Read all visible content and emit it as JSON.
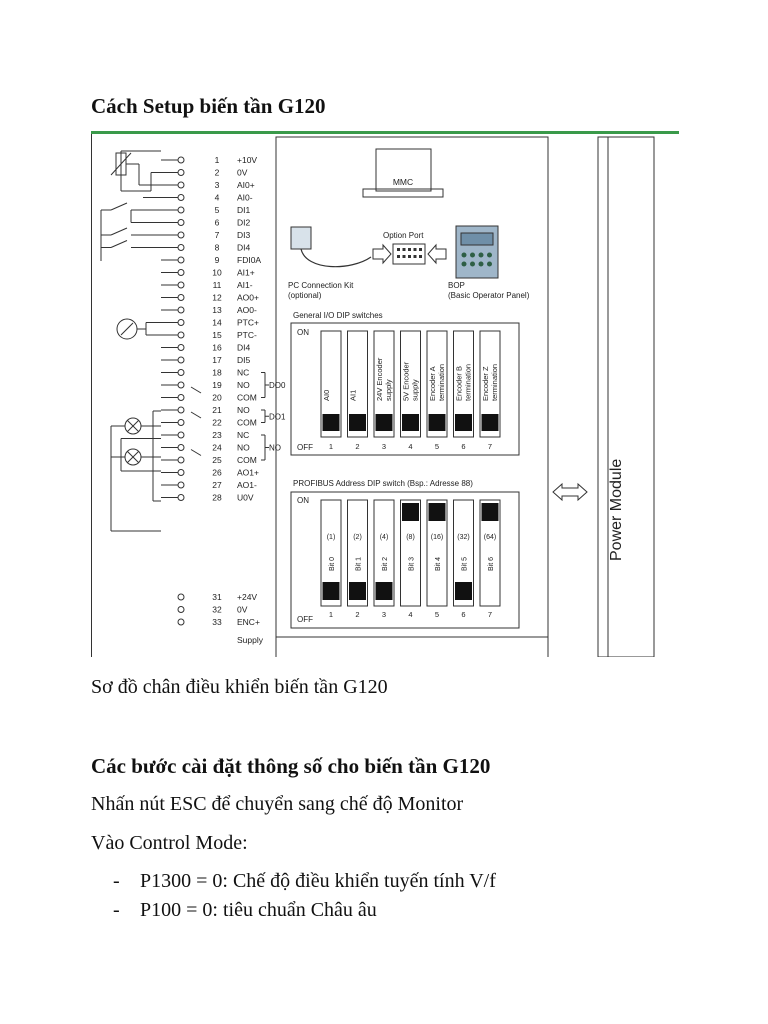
{
  "document": {
    "title": "Cách Setup biến tần G120",
    "caption": "Sơ đồ chân điều khiển biến tần G120",
    "section_heading": "Các bước cài đặt thông số cho biến tần G120",
    "paragraphs": [
      "Nhấn nút ESC để chuyển sang chế độ Monitor",
      "Vào Control Mode:"
    ],
    "list_items": [
      "P1300 = 0: Chế độ điều khiển tuyến tính V/f",
      "P100 = 0: tiêu chuẩn Châu âu"
    ],
    "list_marker": "-"
  },
  "diagram": {
    "accent_color": "#3a9a4a",
    "terminals": [
      {
        "num": "1",
        "label": "+10V"
      },
      {
        "num": "2",
        "label": "0V"
      },
      {
        "num": "3",
        "label": "AI0+"
      },
      {
        "num": "4",
        "label": "AI0-"
      },
      {
        "num": "5",
        "label": "DI1"
      },
      {
        "num": "6",
        "label": "DI2"
      },
      {
        "num": "7",
        "label": "DI3"
      },
      {
        "num": "8",
        "label": "DI4"
      },
      {
        "num": "9",
        "label": "FDI0A"
      },
      {
        "num": "10",
        "label": "AI1+"
      },
      {
        "num": "11",
        "label": "AI1-"
      },
      {
        "num": "12",
        "label": "AO0+"
      },
      {
        "num": "13",
        "label": "AO0-"
      },
      {
        "num": "14",
        "label": "PTC+"
      },
      {
        "num": "15",
        "label": "PTC-"
      },
      {
        "num": "16",
        "label": "DI4"
      },
      {
        "num": "17",
        "label": "DI5"
      },
      {
        "num": "18",
        "label": "NC"
      },
      {
        "num": "19",
        "label": "NO"
      },
      {
        "num": "20",
        "label": "COM"
      },
      {
        "num": "21",
        "label": "NO"
      },
      {
        "num": "22",
        "label": "COM"
      },
      {
        "num": "23",
        "label": "NC"
      },
      {
        "num": "24",
        "label": "NO"
      },
      {
        "num": "25",
        "label": "COM"
      },
      {
        "num": "26",
        "label": "AO1+"
      },
      {
        "num": "27",
        "label": "AO1-"
      },
      {
        "num": "28",
        "label": "U0V"
      },
      {
        "num": "31",
        "label": "+24V"
      },
      {
        "num": "32",
        "label": "0V"
      },
      {
        "num": "33",
        "label": "ENC+"
      }
    ],
    "supply_label": "Supply",
    "relay_labels": [
      "DO0",
      "DO1",
      "NO"
    ],
    "mmc_label": "MMC",
    "option_port_label": "Option Port",
    "pc_kit_label_1": "PC Connection Kit",
    "pc_kit_label_2": "(optional)",
    "bop_label_1": "BOP",
    "bop_label_2": "(Basic Operator Panel)",
    "io_switch_title": "General I/O DIP switches",
    "io_switches": [
      {
        "num": "1",
        "label": "AI0"
      },
      {
        "num": "2",
        "label": "AI1"
      },
      {
        "num": "3",
        "label": "24V Encoder supply"
      },
      {
        "num": "4",
        "label": "5V Encoder supply"
      },
      {
        "num": "5",
        "label": "Encoder A termination"
      },
      {
        "num": "6",
        "label": "Encoder B termination"
      },
      {
        "num": "7",
        "label": "Encoder Z termination"
      }
    ],
    "profibus_title": "PROFIBUS Address DIP switch (Bsp.: Adresse 88)",
    "profibus_switches": [
      {
        "num": "1",
        "value": "(1)",
        "bit": "Bit 0",
        "on": false
      },
      {
        "num": "2",
        "value": "(2)",
        "bit": "Bit 1",
        "on": false
      },
      {
        "num": "3",
        "value": "(4)",
        "bit": "Bit 2",
        "on": false
      },
      {
        "num": "4",
        "value": "(8)",
        "bit": "Bit 3",
        "on": true
      },
      {
        "num": "5",
        "value": "(16)",
        "bit": "Bit 4",
        "on": true
      },
      {
        "num": "6",
        "value": "(32)",
        "bit": "Bit 5",
        "on": false
      },
      {
        "num": "7",
        "value": "(64)",
        "bit": "Bit 6",
        "on": true
      }
    ],
    "on_label": "ON",
    "off_label": "OFF",
    "power_module_label": "Power Module"
  }
}
